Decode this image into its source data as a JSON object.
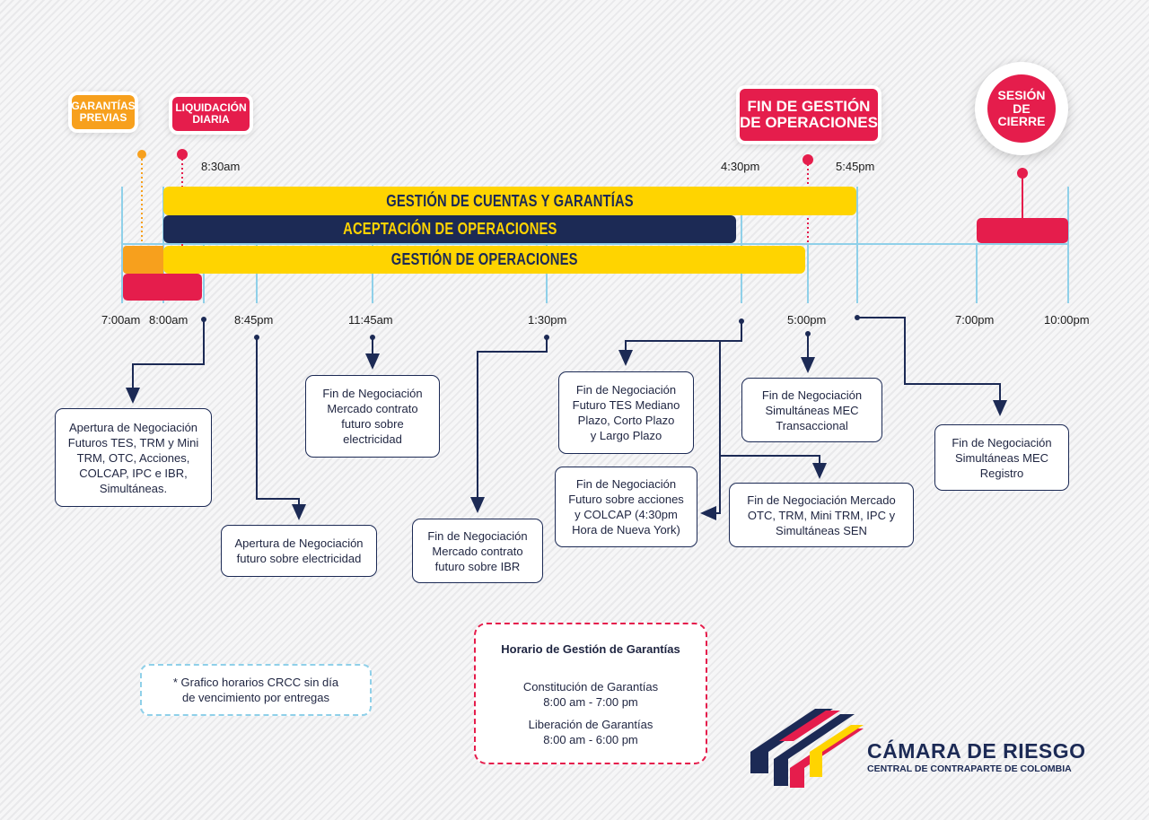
{
  "colors": {
    "yellow": "#ffd400",
    "navy": "#1c2a55",
    "red": "#e51d4c",
    "orange": "#f7a01d",
    "light_blue": "#8fd0e9"
  },
  "tags": {
    "garantias_previas": "GARANTÍAS\nPREVIAS",
    "liquidacion_diaria": "LIQUIDACIÓN\nDIARIA",
    "fin_gestion": "FIN DE GESTIÓN\nDE OPERACIONES",
    "sesion_cierre": "SESIÓN\nDE CIERRE"
  },
  "top_times": {
    "t830": "8:30am",
    "t430": "4:30pm",
    "t545": "5:45pm"
  },
  "bars": {
    "gestion_cuentas": "GESTIÓN DE CUENTAS Y GARANTÍAS",
    "aceptacion": "ACEPTACIÓN DE OPERACIONES",
    "gestion_operaciones": "GESTIÓN DE OPERACIONES"
  },
  "bottom_times": {
    "t700am": "7:00am",
    "t800am": "8:00am",
    "t845": "8:45pm",
    "t1145": "11:45am",
    "t130": "1:30pm",
    "t500": "5:00pm",
    "t700pm": "7:00pm",
    "t1000": "10:00pm"
  },
  "events": {
    "apertura_futuros": "Apertura de Negociación\nFuturos TES, TRM y Mini\nTRM, OTC, Acciones,\nCOLCAP, IPC e IBR,\nSimultáneas.",
    "apertura_electricidad": "Apertura de Negociación\nfuturo sobre electricidad",
    "fin_electricidad": "Fin de Negociación\nMercado contrato\nfuturo sobre\nelectricidad",
    "fin_ibr": "Fin de Negociación\nMercado contrato\nfuturo sobre IBR",
    "fin_tes": "Fin de Negociación\nFuturo TES Mediano\nPlazo, Corto Plazo\ny Largo Plazo",
    "fin_acciones": "Fin de Negociación\nFuturo sobre acciones\ny COLCAP (4:30pm\nHora de Nueva York)",
    "fin_mec_transaccional": "Fin de Negociación\nSimultáneas MEC\nTransaccional",
    "fin_otc": "Fin de Negociación Mercado\nOTC, TRM, Mini TRM, IPC y\nSimultáneas SEN",
    "fin_mec_registro": "Fin de Negociación\nSimultáneas MEC\nRegistro"
  },
  "footnote": "* Grafico horarios CRCC sin día\nde vencimiento por entregas",
  "horario": {
    "title": "Horario de Gestión de Garantías",
    "constitucion_label": "Constitución de Garantías",
    "constitucion_hours": "8:00 am - 7:00 pm",
    "liberacion_label": "Liberación de Garantías",
    "liberacion_hours": "8:00 am - 6:00 pm"
  },
  "logo": {
    "name": "CÁMARA DE RIESGO",
    "subtitle": "CENTRAL DE CONTRAPARTE DE COLOMBIA"
  }
}
